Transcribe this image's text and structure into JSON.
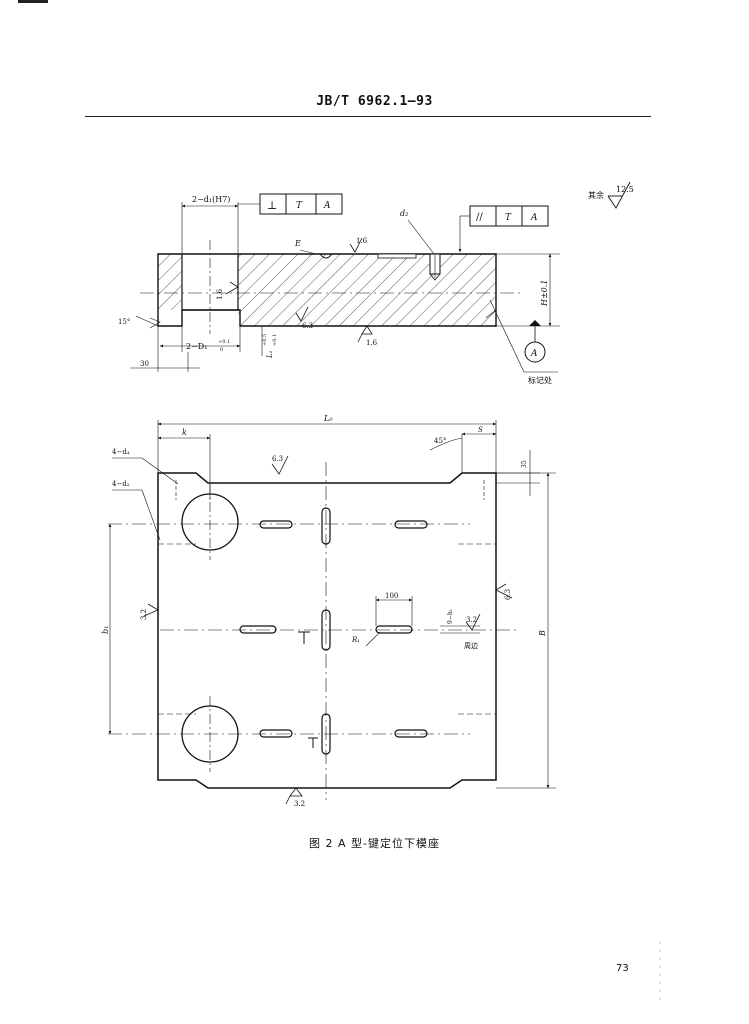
{
  "header": {
    "standard_code": "JB/T 6962.1—93"
  },
  "figure": {
    "caption": "图 2 A 型-键定位下模座",
    "page_number": "73"
  },
  "section_view": {
    "hole_note": "2−d₁(H7)",
    "perp_frame": {
      "symbol": "⊥",
      "tolerance": "T",
      "datum": "A"
    },
    "parallel_frame": {
      "symbol": "//",
      "tolerance": "T",
      "datum": "A"
    },
    "pin_label": "d₂",
    "label_E": "E",
    "roughness_top": "1.6",
    "roughness_hole": "1.6",
    "roughness_step": "6.3",
    "roughness_bottom": "1.6",
    "roughness_rest": "12.5",
    "rest_label": "其余",
    "counterbore_note": "2−D₁",
    "counterbore_tol_upper": "+0.1",
    "counterbore_tol_lower": "0",
    "step_height": "L₁",
    "step_tol_upper": "+0.5",
    "step_tol_lower": "+0.1",
    "height_dim": "H±0.1",
    "chamfer_angle": "15°",
    "edge_dim": "30",
    "datum_letter": "A",
    "marking_label": "标记处"
  },
  "plan_view": {
    "length_dim": "L₀",
    "offset_dim": "k",
    "holes_note_1": "4−d₄",
    "holes_note_2": "4−d₂",
    "roughness_top": "6.3",
    "corner_angle": "45°",
    "corner_dim": "S",
    "corner_depth_dim": "35",
    "roughness_right": "6.3",
    "roughness_left": "3.2",
    "width_dim": "B",
    "pitch_dim": "b₁",
    "slot_length_dim": "100",
    "slot_radius": "R₁",
    "slot_width_note": "9−h₁",
    "roughness_slot": "3.2",
    "around_label": "周边",
    "roughness_bottom": "3.2"
  }
}
